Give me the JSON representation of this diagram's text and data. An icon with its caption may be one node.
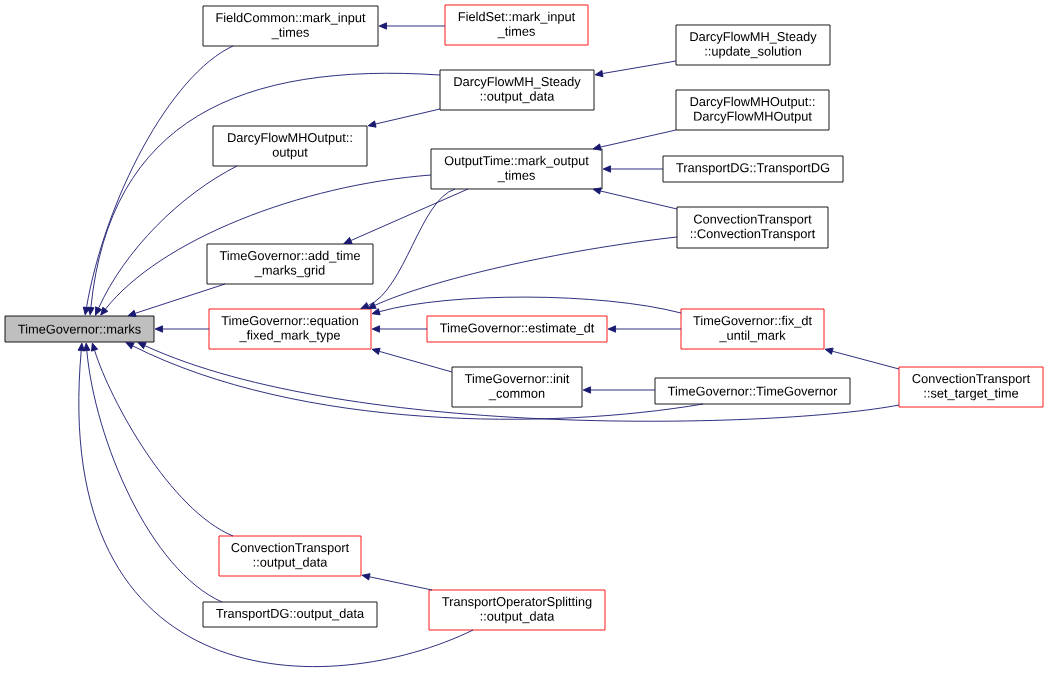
{
  "diagram": {
    "nodes": [
      {
        "text": [
          "TimeGovernor::marks"
        ]
      },
      {
        "text": [
          "FieldCommon::mark_input _times"
        ]
      },
      {
        "text": [
          "FieldSet::mark_input _times"
        ]
      },
      {
        "text": [
          "DarcyFlowMH_Steady ::output_data"
        ]
      },
      {
        "text": [
          "DarcyFlowMH_Steady ::update_solution"
        ]
      },
      {
        "text": [
          "DarcyFlowMHOutput:: output"
        ]
      },
      {
        "text": [
          "DarcyFlowMHOutput:: DarcyFlowMHOutput"
        ]
      },
      {
        "text": [
          "OutputTime::mark_output _times"
        ]
      },
      {
        "text": [
          "TransportDG::TransportDG"
        ]
      },
      {
        "text": [
          "ConvectionTransport ::ConvectionTransport"
        ]
      },
      {
        "text": [
          "TimeGovernor::add_time _marks_grid"
        ]
      },
      {
        "text": [
          "TimeGovernor::equation _fixed_mark_type"
        ]
      },
      {
        "text": [
          "TimeGovernor::estimate_dt"
        ]
      },
      {
        "text": [
          "TimeGovernor::fix_dt _until_mark"
        ]
      },
      {
        "text": [
          "TimeGovernor::init _common"
        ]
      },
      {
        "text": [
          "TimeGovernor::TimeGovernor"
        ]
      },
      {
        "text": [
          "ConvectionTransport ::set_target_time"
        ]
      },
      {
        "text": [
          "ConvectionTransport ::output_data"
        ]
      },
      {
        "text": [
          "TransportDG::output_data"
        ]
      },
      {
        "text": [
          "TransportOperatorSplitting ::output_data"
        ]
      }
    ],
    "edges": [
      {
        "from": 1,
        "to": 0,
        "arrow": "to"
      },
      {
        "from": 2,
        "to": 1,
        "arrow": "to"
      },
      {
        "from": 3,
        "to": 0,
        "arrow": "to"
      },
      {
        "from": 4,
        "to": 3,
        "arrow": "to"
      },
      {
        "from": 3,
        "to": 5,
        "arrow": "to"
      },
      {
        "from": 5,
        "to": 0,
        "arrow": "to"
      },
      {
        "from": 6,
        "to": 7,
        "arrow": "to"
      },
      {
        "from": 7,
        "to": 0,
        "arrow": "to"
      },
      {
        "from": 8,
        "to": 7,
        "arrow": "to"
      },
      {
        "from": 9,
        "to": 7,
        "arrow": "to"
      },
      {
        "from": 7,
        "to": 10,
        "arrow": "to"
      },
      {
        "from": 10,
        "to": 0,
        "arrow": "to"
      },
      {
        "from": 7,
        "to": 11,
        "arrow": "to"
      },
      {
        "from": 9,
        "to": 11,
        "arrow": "to"
      },
      {
        "from": 11,
        "to": 0,
        "arrow": "to"
      },
      {
        "from": 12,
        "to": 11,
        "arrow": "to"
      },
      {
        "from": 13,
        "to": 11,
        "arrow": "to"
      },
      {
        "from": 13,
        "to": 12,
        "arrow": "to"
      },
      {
        "from": 14,
        "to": 11,
        "arrow": "to"
      },
      {
        "from": 15,
        "to": 14,
        "arrow": "to"
      },
      {
        "from": 16,
        "to": 13,
        "arrow": "to"
      },
      {
        "from": 15,
        "to": 0,
        "arrow": "to"
      },
      {
        "from": 16,
        "to": 0,
        "arrow": "to"
      },
      {
        "from": 17,
        "to": 0,
        "arrow": "to"
      },
      {
        "from": 18,
        "to": 0,
        "arrow": "to"
      },
      {
        "from": 19,
        "to": 0,
        "arrow": "to"
      },
      {
        "from": 19,
        "to": 17,
        "arrow": "to"
      }
    ]
  }
}
